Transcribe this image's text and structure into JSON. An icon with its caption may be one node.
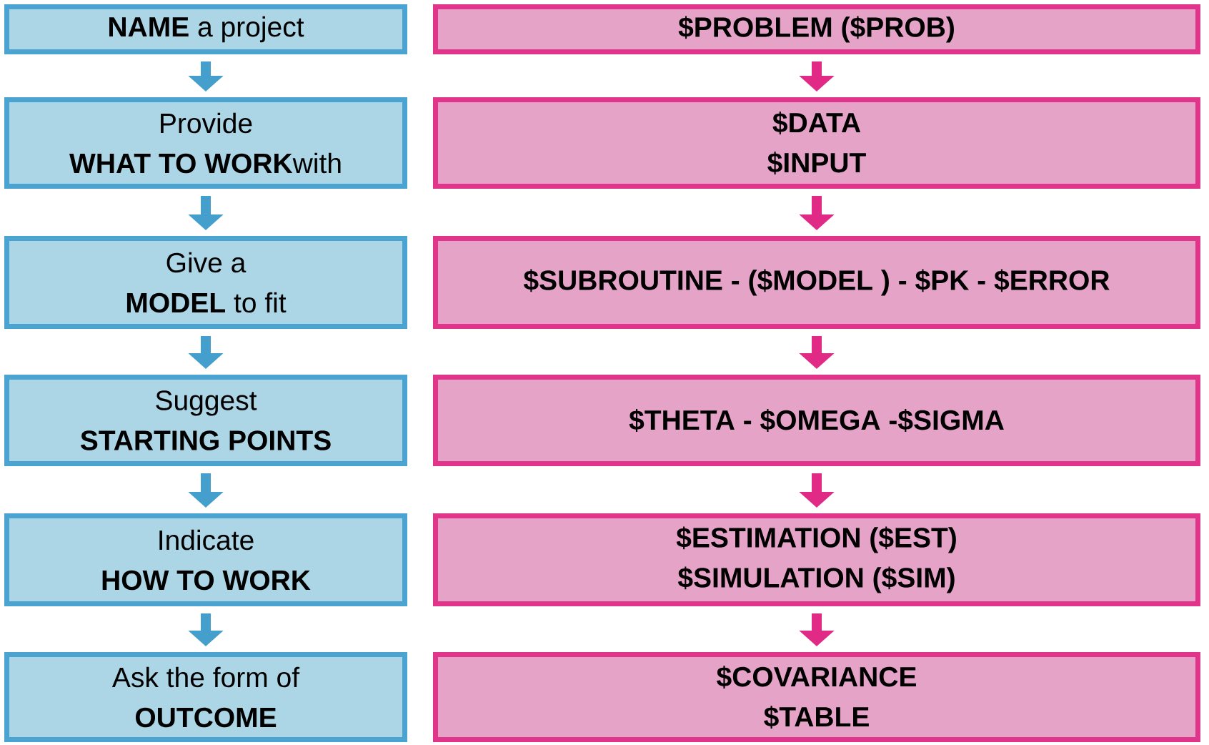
{
  "diagram": {
    "nodes": [
      {
        "text": [
          "**NAME**  a project"
        ]
      },
      {
        "text": [
          "Provide",
          "**WHAT TO WORK**with"
        ]
      },
      {
        "text": [
          "Give a",
          "**MODEL** to fit"
        ]
      },
      {
        "text": [
          "Suggest",
          "**STARTING POINTS**"
        ]
      },
      {
        "text": [
          "Indicate",
          "**HOW TO WORK**"
        ]
      },
      {
        "text": [
          "Ask the form of",
          "**OUTCOME**"
        ]
      },
      {
        "text": [
          "$PROBLEM ($PROB)"
        ]
      },
      {
        "text": [
          "$DATA",
          "$INPUT"
        ]
      },
      {
        "text": [
          "$SUBROUTINE - ($MODEL ) - $PK - $ERROR"
        ]
      },
      {
        "text": [
          "$THETA - $OMEGA -$SIGMA"
        ]
      },
      {
        "text": [
          "$ESTIMATION ($EST)",
          "$SIMULATION ($SIM)"
        ]
      },
      {
        "text": [
          "$COVARIANCE",
          "$TABLE"
        ]
      }
    ],
    "edges": [
      {
        "from": 0,
        "to": 1,
        "arrow": "to",
        "color": "#449fcc"
      },
      {
        "from": 1,
        "to": 2,
        "arrow": "to",
        "color": "#449fcc"
      },
      {
        "from": 2,
        "to": 3,
        "arrow": "to",
        "color": "#449fcc"
      },
      {
        "from": 3,
        "to": 4,
        "arrow": "to",
        "color": "#449fcc"
      },
      {
        "from": 4,
        "to": 5,
        "arrow": "to",
        "color": "#449fcc"
      },
      {
        "from": 6,
        "to": 7,
        "arrow": "to",
        "color": "#e02a86"
      },
      {
        "from": 7,
        "to": 8,
        "arrow": "to",
        "color": "#e02a86"
      },
      {
        "from": 8,
        "to": 9,
        "arrow": "to",
        "color": "#e02a86"
      },
      {
        "from": 9,
        "to": 10,
        "arrow": "to",
        "color": "#e02a86"
      },
      {
        "from": 10,
        "to": 11,
        "arrow": "to",
        "color": "#e02a86"
      }
    ]
  }
}
